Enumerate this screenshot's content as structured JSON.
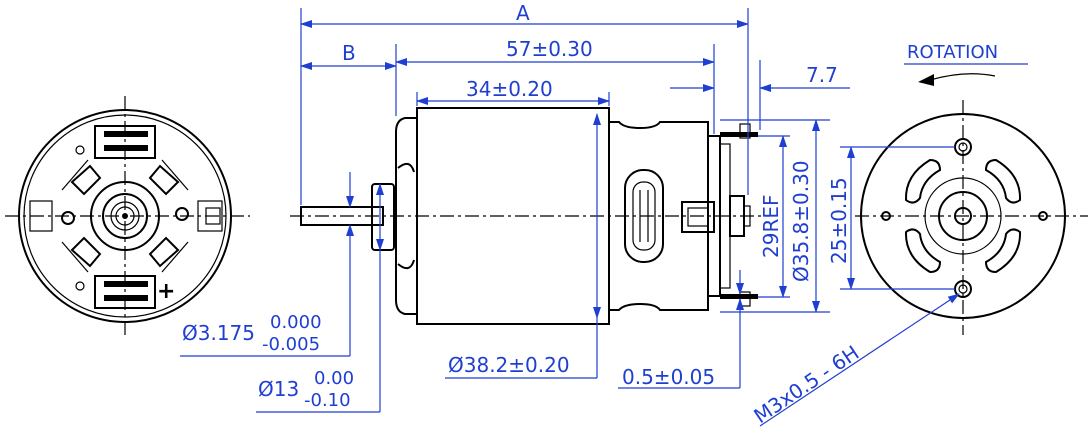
{
  "dimensions": {
    "overall_length": "A",
    "shaft_extension": "B",
    "body_length": "57±0.30",
    "can_length": "34±0.20",
    "terminal_offset": "7.7",
    "terminal_ref": "29REF",
    "endcap_diameter": "Ø35.8±0.30",
    "hole_spacing": "25±0.15",
    "can_diameter": "Ø38.2±0.20",
    "terminal_thickness": "0.5±0.05",
    "thread": "M3x0.5 - 6H"
  },
  "shaft": {
    "label": "Ø3.175",
    "tol_upper": "0.000",
    "tol_lower": "-0.005"
  },
  "boss": {
    "label": "Ø13",
    "tol_upper": "0.00",
    "tol_lower": "-0.10"
  },
  "rotation": {
    "label": "ROTATION"
  },
  "polarity": {
    "plus": "+"
  }
}
